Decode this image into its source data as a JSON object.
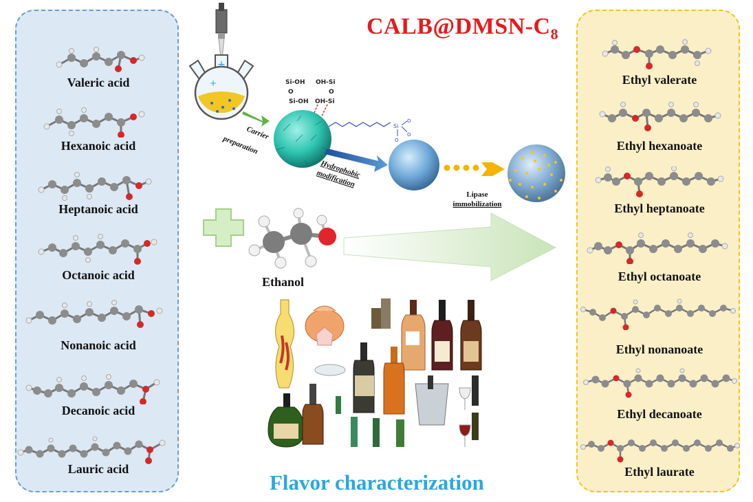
{
  "title": {
    "main": "CALB@DMSN-C",
    "sub": "8"
  },
  "acids": [
    "Valeric acid",
    "Hexanoic acid",
    "Heptanoic acid",
    "Octanoic acid",
    "Nonanoic acid",
    "Decanoic acid",
    "Lauric acid"
  ],
  "esters": [
    "Ethyl valerate",
    "Ethyl hexanoate",
    "Ethyl heptanoate",
    "Ethyl octanoate",
    "Ethyl nonanoate",
    "Ethyl decanoate",
    "Ethyl laurate"
  ],
  "steps": {
    "carrier": "Carrier preparation",
    "hydrophobic": "Hydrophobic modification",
    "lipase": "Lipase immobilization"
  },
  "silanol_labels": [
    "Si-OH",
    "OH-Si",
    "Si-OH",
    "OH-Si"
  ],
  "ethanol": "Ethanol",
  "flavor": "Flavor characterization",
  "colors": {
    "left_panel": "#dce8f4",
    "right_panel": "#fbefc8",
    "title": "#e8191b",
    "flavor": "#29a8e2",
    "carbon": "#8c8c8c",
    "oxygen": "#d62828",
    "hydrogen": "#e6e6e6"
  }
}
